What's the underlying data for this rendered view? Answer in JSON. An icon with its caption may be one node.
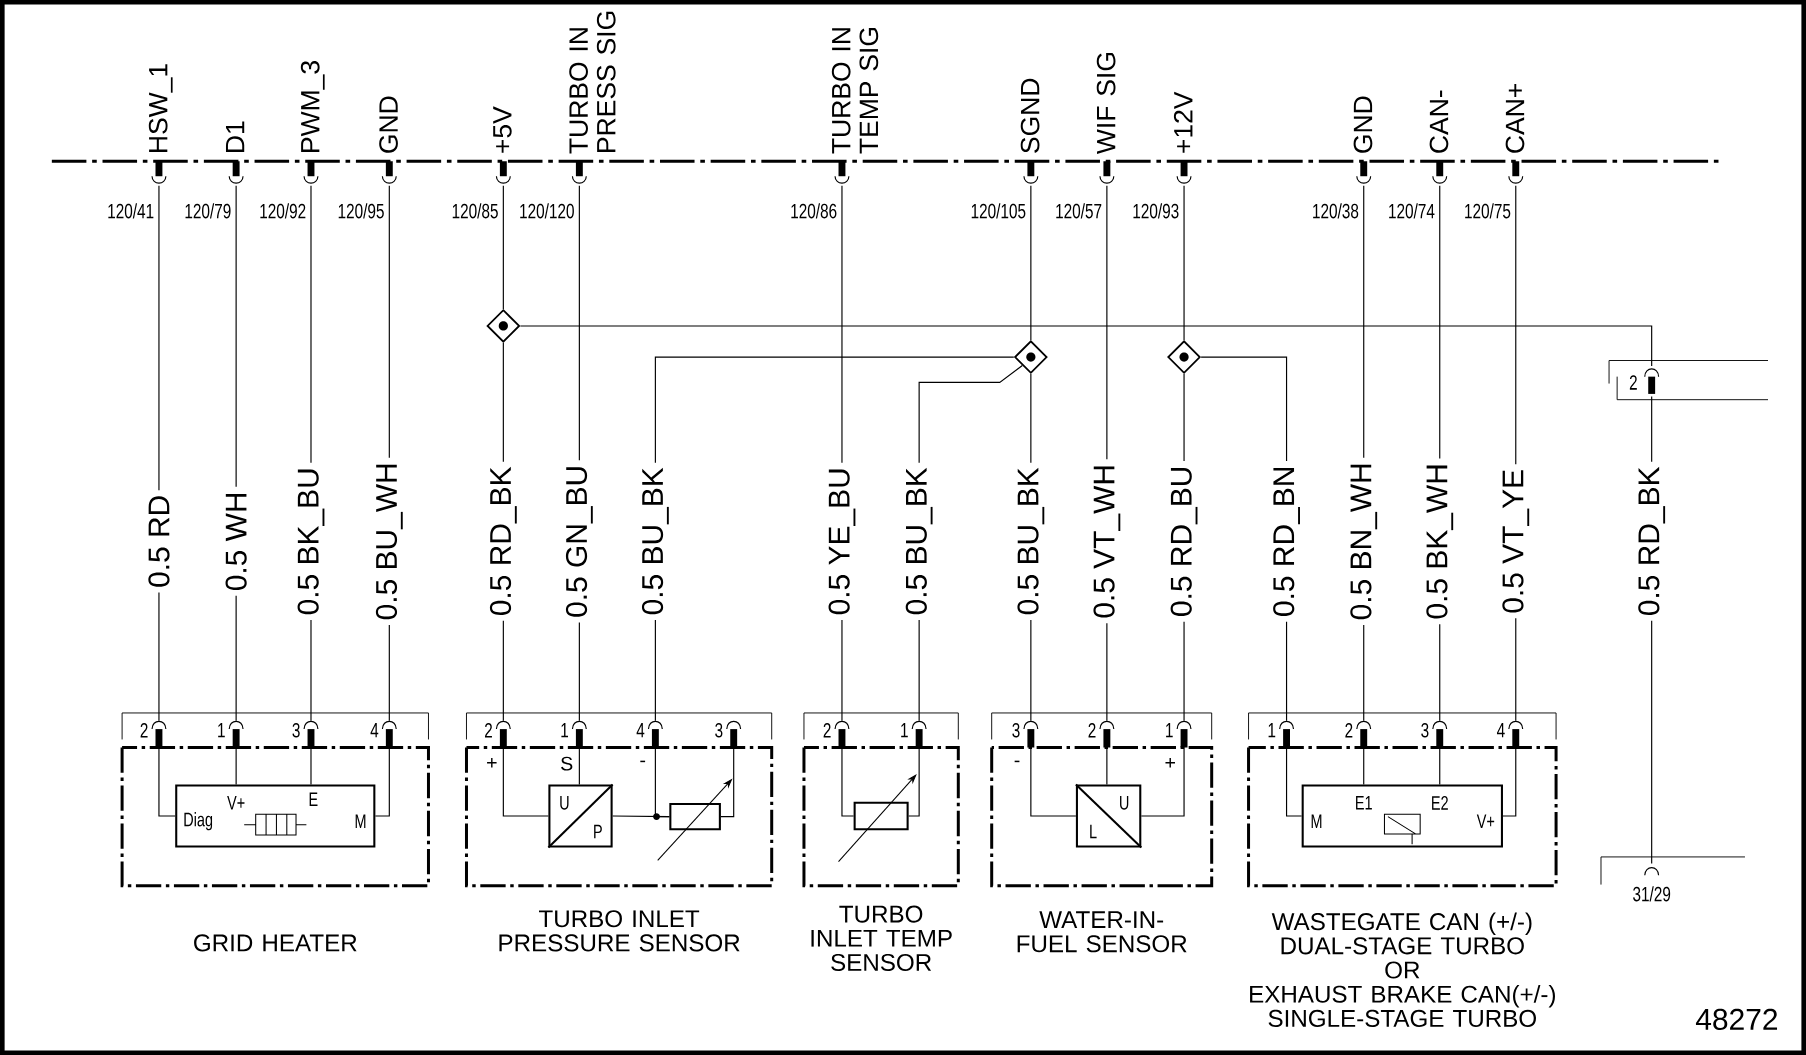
{
  "diagram": {
    "nodes": [
      {
        "text": [
          "HSW_1"
        ],
        "beside": [
          "120/41"
        ]
      },
      {
        "text": [
          "D1"
        ],
        "beside": [
          "120/79"
        ]
      },
      {
        "text": [
          "PWM_3"
        ],
        "beside": [
          "120/92"
        ]
      },
      {
        "text": [
          "GND"
        ],
        "beside": [
          "120/95"
        ]
      },
      {
        "text": [
          "+5V"
        ],
        "beside": [
          "120/85"
        ]
      },
      {
        "text": [
          "TURBO IN PRESS SIG"
        ],
        "beside": [
          "120/120"
        ]
      },
      {
        "text": [
          "TURBO IN TEMP SIG"
        ],
        "beside": [
          "120/86"
        ]
      },
      {
        "text": [
          "SGND"
        ],
        "beside": [
          "120/105"
        ]
      },
      {
        "text": [
          "WIF SIG"
        ],
        "beside": [
          "120/57"
        ]
      },
      {
        "text": [
          "+12V"
        ],
        "beside": [
          "120/93"
        ]
      },
      {
        "text": [
          "GND"
        ],
        "beside": [
          "120/38"
        ]
      },
      {
        "text": [
          "CAN-"
        ],
        "beside": [
          "120/74"
        ]
      },
      {
        "text": [
          "CAN+"
        ],
        "beside": [
          "120/75"
        ]
      },
      {
        "text": [],
        "shape": "diamond"
      },
      {
        "text": [],
        "shape": "diamond"
      },
      {
        "text": [],
        "shape": "diamond"
      },
      {
        "text": [
          "2"
        ]
      },
      {
        "text": [
          "31/29"
        ]
      },
      {
        "text": [
          "GRID HEATER"
        ]
      },
      {
        "text": [
          "2"
        ]
      },
      {
        "text": [
          "1"
        ]
      },
      {
        "text": [
          "3"
        ]
      },
      {
        "text": [
          "4"
        ]
      },
      {
        "text": [
          "Diag",
          "V+",
          "E",
          "M"
        ],
        "in": 18
      },
      {
        "text": [
          "TURBO INLET PRESSURE SENSOR"
        ]
      },
      {
        "text": [
          "2"
        ],
        "beside": [
          "+"
        ]
      },
      {
        "text": [
          "1"
        ],
        "beside": [
          "S"
        ]
      },
      {
        "text": [
          "4"
        ],
        "beside": [
          "-"
        ]
      },
      {
        "text": [
          "3"
        ]
      },
      {
        "text": [
          "U",
          "P"
        ],
        "in": 24
      },
      {
        "text": [],
        "shape": "box",
        "in": 24
      },
      {
        "text": [
          "TURBO INLET TEMP SENSOR"
        ]
      },
      {
        "text": [
          "2"
        ]
      },
      {
        "text": [
          "1"
        ]
      },
      {
        "text": [],
        "shape": "box",
        "in": 31
      },
      {
        "text": [
          "WATER-IN- FUEL SENSOR"
        ]
      },
      {
        "text": [
          "3"
        ],
        "beside": [
          "-"
        ]
      },
      {
        "text": [
          "2"
        ]
      },
      {
        "text": [
          "1"
        ],
        "beside": [
          "+"
        ]
      },
      {
        "text": [
          "U",
          "L"
        ],
        "in": 35
      },
      {
        "text": [
          "WASTEGATE CAN (+/-) DUAL-STAGE TURBO",
          "OR",
          "EXHAUST BRAKE CAN(+/-) SINGLE-STAGE TURBO"
        ]
      },
      {
        "text": [
          "1"
        ]
      },
      {
        "text": [
          "2"
        ]
      },
      {
        "text": [
          "3"
        ]
      },
      {
        "text": [
          "4"
        ]
      },
      {
        "text": [
          "M",
          "E1",
          "E2",
          "V+"
        ],
        "in": 40
      }
    ],
    "edges": [
      {
        "from": 0,
        "to": 19,
        "arrow": "none",
        "label": "0.5 RD"
      },
      {
        "from": 1,
        "to": 20,
        "arrow": "none",
        "label": "0.5 WH"
      },
      {
        "from": 2,
        "to": 21,
        "arrow": "none",
        "label": "0.5 BK_BU"
      },
      {
        "from": 3,
        "to": 22,
        "arrow": "none",
        "label": "0.5 BU_WH"
      },
      {
        "from": 4,
        "to": 13,
        "arrow": "none"
      },
      {
        "from": 13,
        "to": 25,
        "arrow": "none",
        "label": "0.5 RD_BK"
      },
      {
        "from": 5,
        "to": 26,
        "arrow": "none",
        "label": "0.5 GN_BU"
      },
      {
        "from": 14,
        "to": 27,
        "arrow": "none",
        "label": "0.5 BU_BK"
      },
      {
        "from": 6,
        "to": 32,
        "arrow": "none",
        "label": "0.5 YE_BU"
      },
      {
        "from": 14,
        "to": 33,
        "arrow": "none",
        "label": "0.5 BU_BK"
      },
      {
        "from": 7,
        "to": 14,
        "arrow": "none"
      },
      {
        "from": 14,
        "to": 36,
        "arrow": "none",
        "label": "0.5 BU_BK"
      },
      {
        "from": 8,
        "to": 37,
        "arrow": "none",
        "label": "0.5 VT_WH"
      },
      {
        "from": 9,
        "to": 15,
        "arrow": "none"
      },
      {
        "from": 15,
        "to": 38,
        "arrow": "none",
        "label": "0.5 RD_BU"
      },
      {
        "from": 15,
        "to": 41,
        "arrow": "none",
        "label": "0.5 RD_BN"
      },
      {
        "from": 10,
        "to": 42,
        "arrow": "none",
        "label": "0.5 BN_WH"
      },
      {
        "from": 11,
        "to": 43,
        "arrow": "none",
        "label": "0.5 BK_WH"
      },
      {
        "from": 12,
        "to": 44,
        "arrow": "none",
        "label": "0.5 VT_YE"
      },
      {
        "from": 13,
        "to": 16,
        "arrow": "none"
      },
      {
        "from": 16,
        "to": 17,
        "arrow": "none",
        "label": "0.5 RD_BK"
      },
      {
        "from": 19,
        "to": 23,
        "arrow": "none"
      },
      {
        "from": 20,
        "to": 23,
        "arrow": "none"
      },
      {
        "from": 21,
        "to": 23,
        "arrow": "none"
      },
      {
        "from": 22,
        "to": 23,
        "arrow": "none"
      },
      {
        "from": 25,
        "to": 29,
        "arrow": "none"
      },
      {
        "from": 26,
        "to": 29,
        "arrow": "none"
      },
      {
        "from": 29,
        "to": 30,
        "arrow": "none"
      },
      {
        "from": 27,
        "to": 30,
        "arrow": "none"
      },
      {
        "from": 28,
        "to": 30,
        "arrow": "none"
      },
      {
        "from": 32,
        "to": 34,
        "arrow": "none"
      },
      {
        "from": 33,
        "to": 34,
        "arrow": "none"
      },
      {
        "from": 36,
        "to": 39,
        "arrow": "none"
      },
      {
        "from": 37,
        "to": 39,
        "arrow": "none"
      },
      {
        "from": 38,
        "to": 39,
        "arrow": "none"
      },
      {
        "from": 41,
        "to": 45,
        "arrow": "none"
      },
      {
        "from": 42,
        "to": 45,
        "arrow": "none"
      },
      {
        "from": 43,
        "to": 45,
        "arrow": "none"
      },
      {
        "from": 44,
        "to": 45,
        "arrow": "none"
      }
    ],
    "labels": [
      "48272"
    ]
  }
}
